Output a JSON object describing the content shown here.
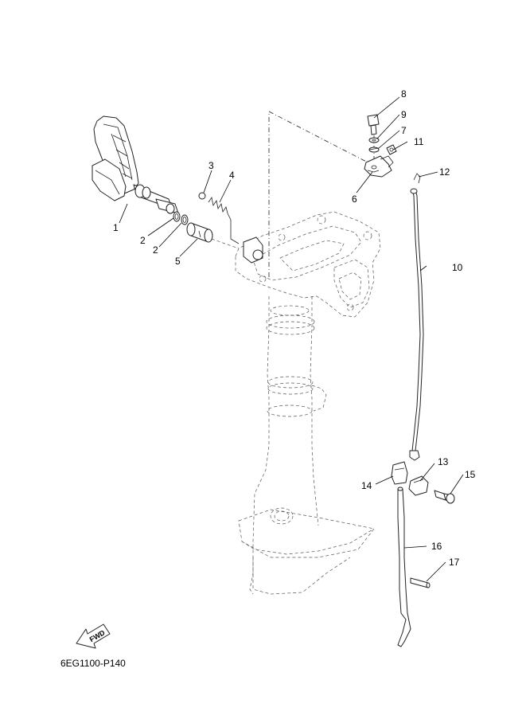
{
  "diagram_code": "6EG1100-P140",
  "fwd_label": "FWD",
  "callouts": {
    "c1": "1",
    "c2a": "2",
    "c2b": "2",
    "c3": "3",
    "c4": "4",
    "c5": "5",
    "c6": "6",
    "c7": "7",
    "c8": "8",
    "c9": "9",
    "c10": "10",
    "c11": "11",
    "c12": "12",
    "c13": "13",
    "c14": "14",
    "c15": "15",
    "c16": "16",
    "c17": "17"
  }
}
